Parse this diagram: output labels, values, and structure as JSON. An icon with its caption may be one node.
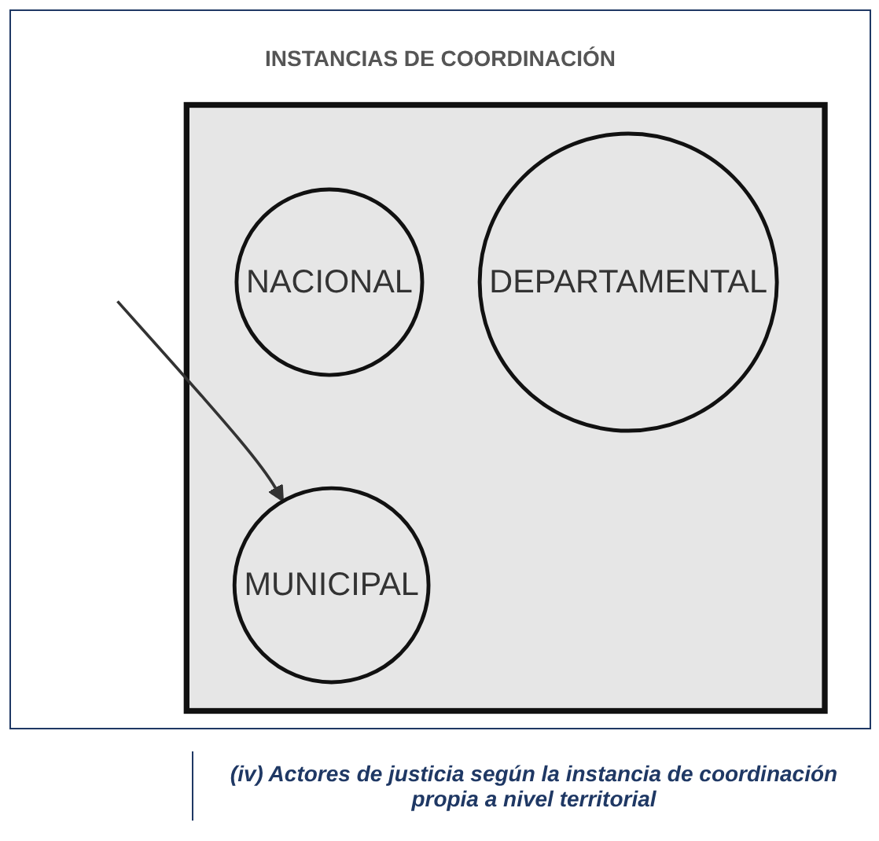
{
  "diagram": {
    "title": "INSTANCIAS DE COORDINACIÓN",
    "caption": "(iv) Actores de justicia según la instancia de coordinación propia a nivel territorial",
    "nodes": [
      {
        "text": [],
        "shape": "box"
      },
      {
        "text": [
          "NACIONAL"
        ],
        "in": 0
      },
      {
        "text": [
          "DEPARTAMENTAL"
        ],
        "in": 0
      },
      {
        "text": [
          "MUNICIPAL"
        ],
        "in": 0
      }
    ],
    "edges": [
      {
        "from": null,
        "to": 3,
        "arrow": "to"
      }
    ]
  }
}
